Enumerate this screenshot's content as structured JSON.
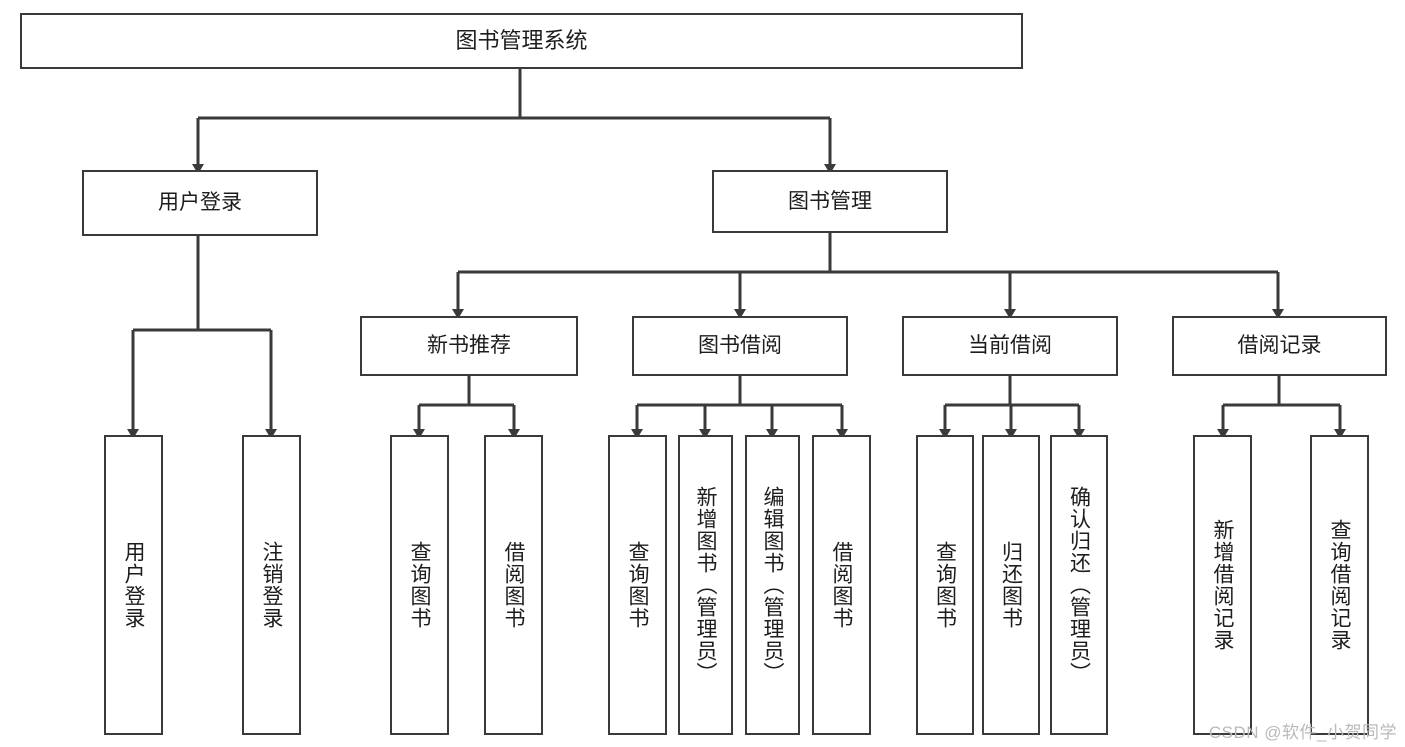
{
  "diagram": {
    "title": "图书管理系统",
    "type": "hierarchy-tree",
    "watermark": "CSDN @软件_小贺同学",
    "colors": {
      "background": "#ffffff",
      "box_border": "#3a3a3a",
      "box_fill": "#ffffff",
      "connector": "#3a3a3a",
      "text": "#1d1d1d",
      "watermark": "#b9b9b9"
    },
    "levels": {
      "root": {
        "label": "图书管理系统"
      },
      "level2": [
        {
          "label": "用户登录"
        },
        {
          "label": "图书管理"
        }
      ],
      "level3": [
        {
          "label": "新书推荐"
        },
        {
          "label": "图书借阅"
        },
        {
          "label": "当前借阅"
        },
        {
          "label": "借阅记录"
        }
      ],
      "leaves": {
        "user_login": [
          {
            "label": "用户登录"
          },
          {
            "label": "注销登录"
          }
        ],
        "new_book_recommend": [
          {
            "label": "查询图书"
          },
          {
            "label": "借阅图书"
          }
        ],
        "book_borrow": [
          {
            "label": "查询图书"
          },
          {
            "label": "新增图书（管理员）"
          },
          {
            "label": "编辑图书（管理员）"
          },
          {
            "label": "借阅图书"
          }
        ],
        "current_borrow": [
          {
            "label": "查询图书"
          },
          {
            "label": "归还图书"
          },
          {
            "label": "确认归还（管理员）"
          }
        ],
        "borrow_record": [
          {
            "label": "新增借阅记录"
          },
          {
            "label": "查询借阅记录"
          }
        ]
      }
    }
  }
}
